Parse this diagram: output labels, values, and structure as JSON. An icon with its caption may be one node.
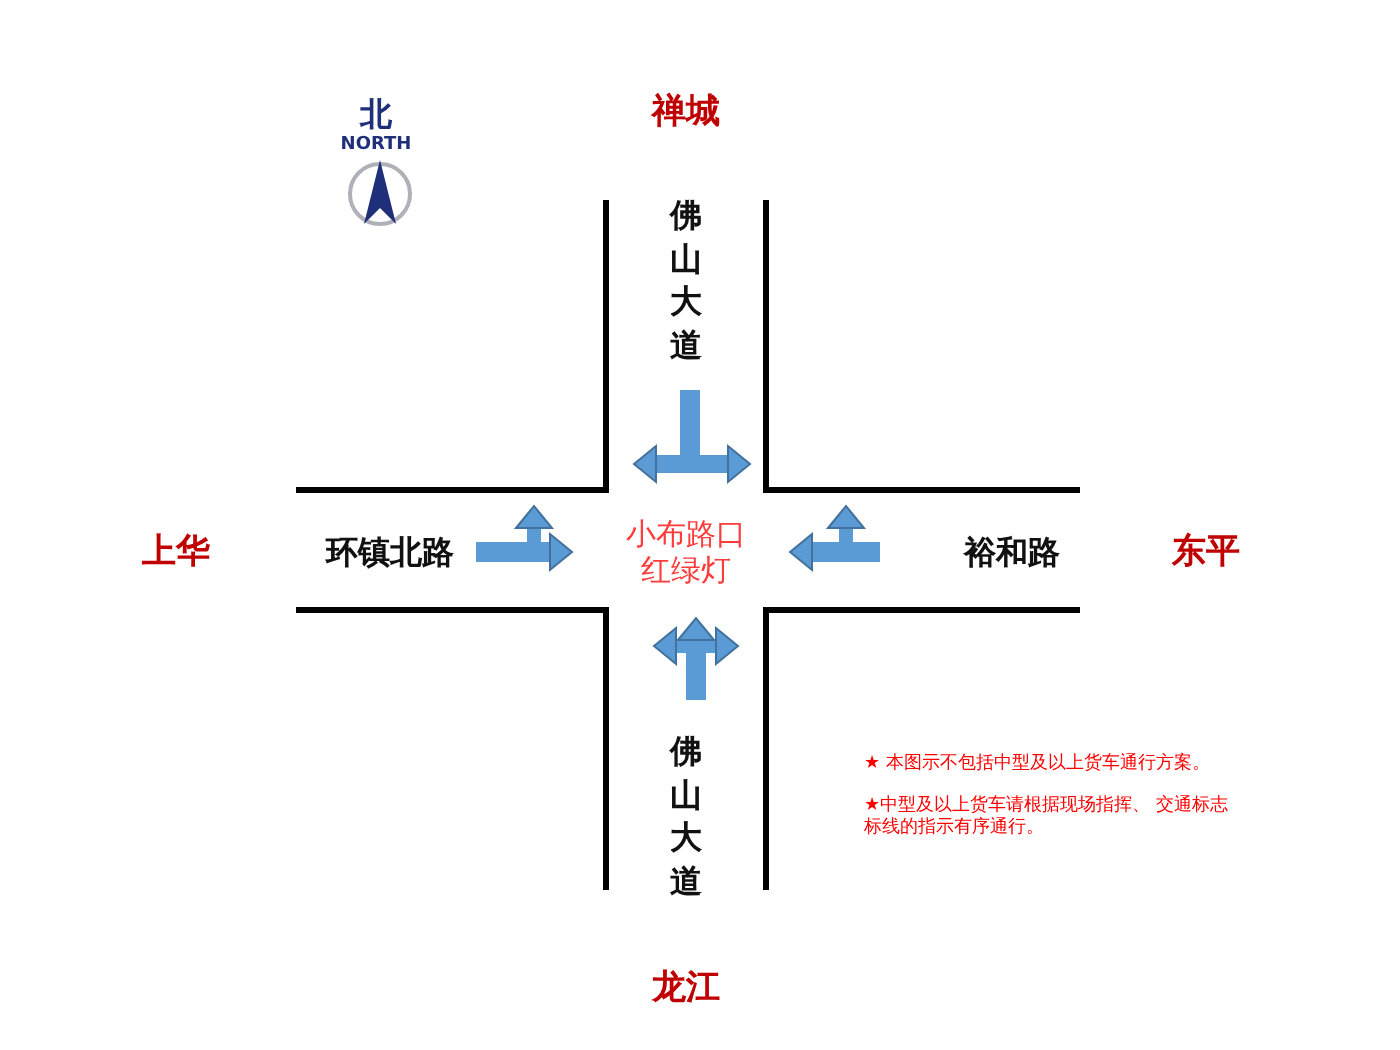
{
  "diagram": {
    "labels": [
      "北",
      "NORTH",
      "禅城",
      "佛山大道",
      "上华",
      "环镇北路",
      "小布路口红绿灯",
      "裕和路",
      "东平",
      "佛山大道",
      "★ 本图示不包括中型及以上货车通行方案。",
      "★中型及以上货车请根据现场指挥、 交通标志标线的指示有序通行。",
      "龙江"
    ]
  }
}
